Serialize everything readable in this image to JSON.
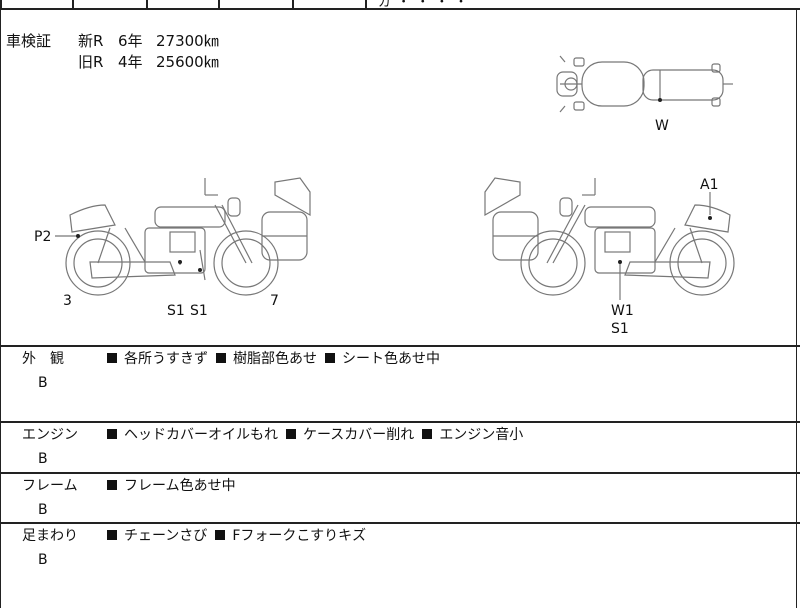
{
  "top_fragment": "ガ ・ ・ ・ ・",
  "inspection": {
    "label": "車検証",
    "rows": [
      {
        "class": "新R",
        "years": "6年",
        "km": "27300㎞"
      },
      {
        "class": "旧R",
        "years": "4年",
        "km": "25600㎞"
      }
    ]
  },
  "diagram_labels": {
    "top_w": "W",
    "p2": "P2",
    "n3": "3",
    "s1a": "S1",
    "s1b": "S1",
    "n7": "7",
    "a1": "A1",
    "w1": "W1",
    "s1c": "S1"
  },
  "sections": [
    {
      "title": "外　観",
      "grade": "B",
      "notes": [
        "各所うすきず",
        "樹脂部色あせ",
        "シート色あせ中"
      ]
    },
    {
      "title": "エンジン",
      "grade": "B",
      "notes": [
        "ヘッドカバーオイルもれ",
        "ケースカバー削れ",
        "エンジン音小"
      ]
    },
    {
      "title": "フレーム",
      "grade": "B",
      "notes": [
        "フレーム色あせ中"
      ]
    },
    {
      "title": "足まわり",
      "grade": "B",
      "notes": [
        "チェーンさび",
        "Fフォークこすりキズ"
      ]
    }
  ]
}
